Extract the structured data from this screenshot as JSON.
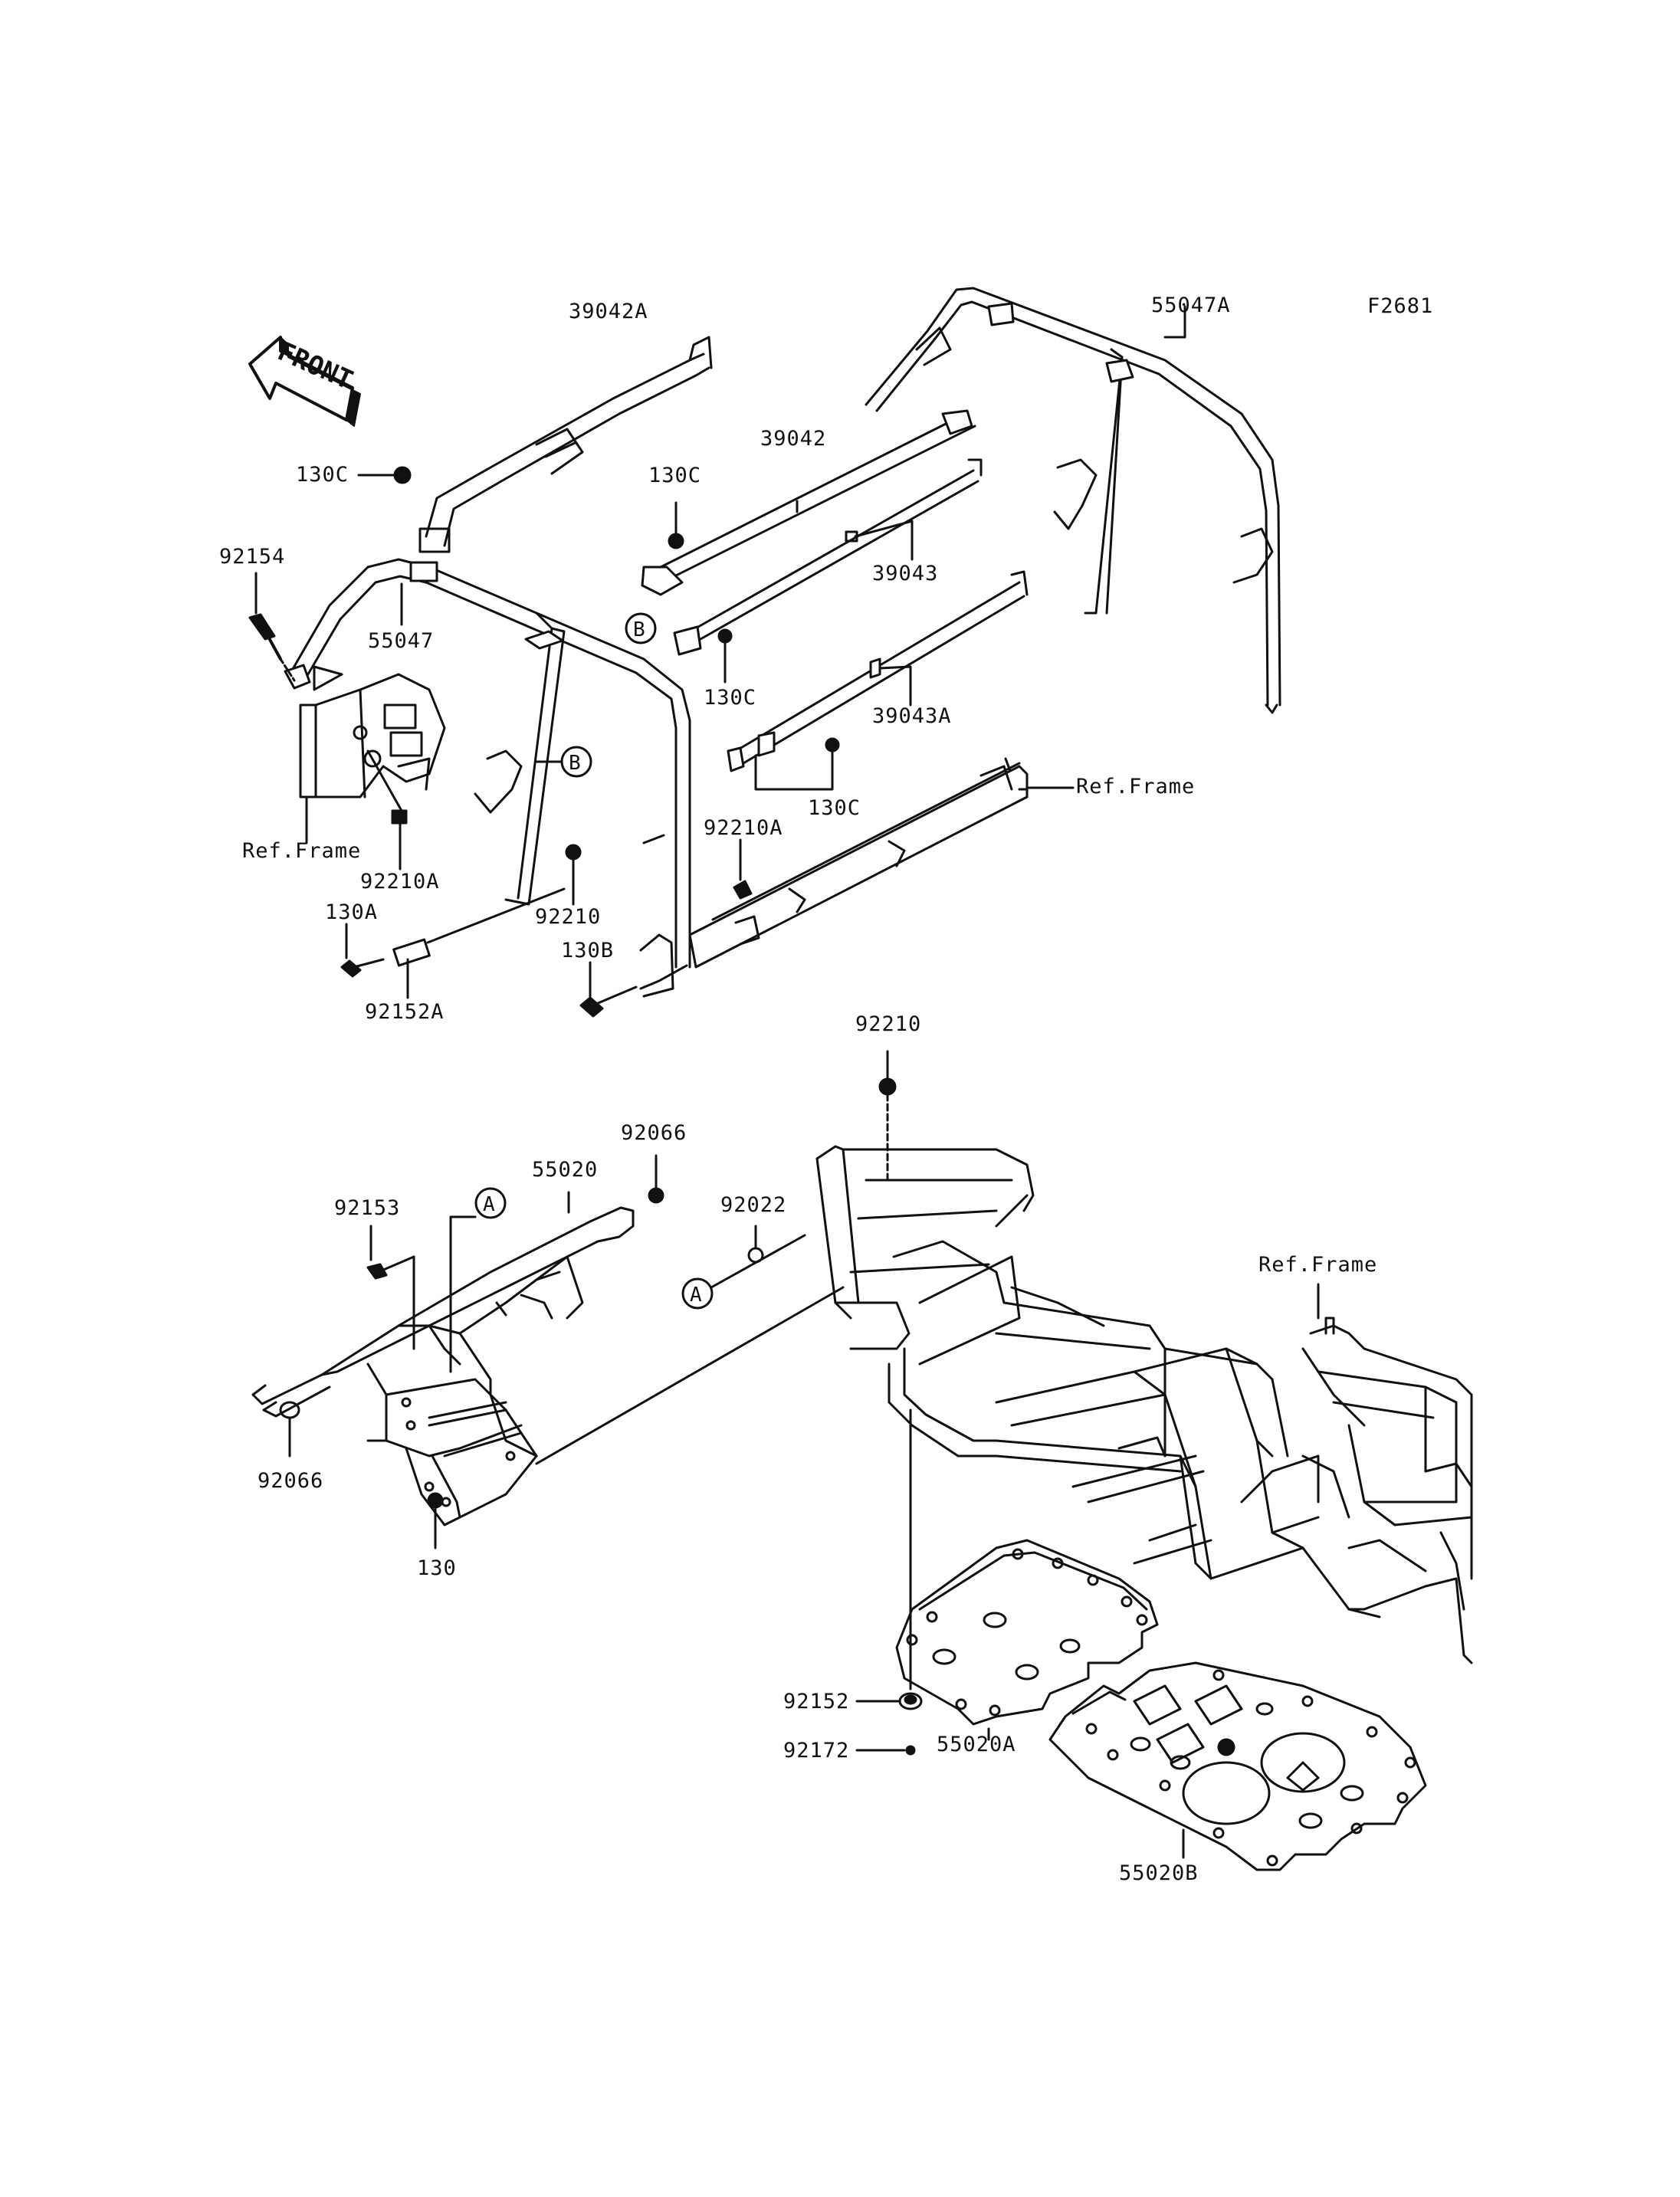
{
  "figure_code": "F2681",
  "front_arrow": "FRONT",
  "markers": {
    "a": "A",
    "b": "B"
  },
  "labels": {
    "p39042A": "39042A",
    "p55047A": "55047A",
    "p130C_1": "130C",
    "p39042": "39042",
    "p130C_2": "130C",
    "p92154": "92154",
    "p39043": "39043",
    "p55047": "55047",
    "p130C_3": "130C",
    "p39043A": "39043A",
    "refFrame_1": "Ref.Frame",
    "p130C_4": "130C",
    "refFrame_2": "Ref.Frame",
    "p92210A_1": "92210A",
    "p92210A_2": "92210A",
    "p130A": "130A",
    "p92210_1": "92210",
    "p130B": "130B",
    "p92152A": "92152A",
    "p92210_2": "92210",
    "p92066_1": "92066",
    "p55020": "55020",
    "p92153": "92153",
    "p92022": "92022",
    "refFrame_3": "Ref.Frame",
    "p92066_2": "92066",
    "p130": "130",
    "p92152": "92152",
    "p92172": "92172",
    "p55020A": "55020A",
    "p55020B": "55020B"
  }
}
